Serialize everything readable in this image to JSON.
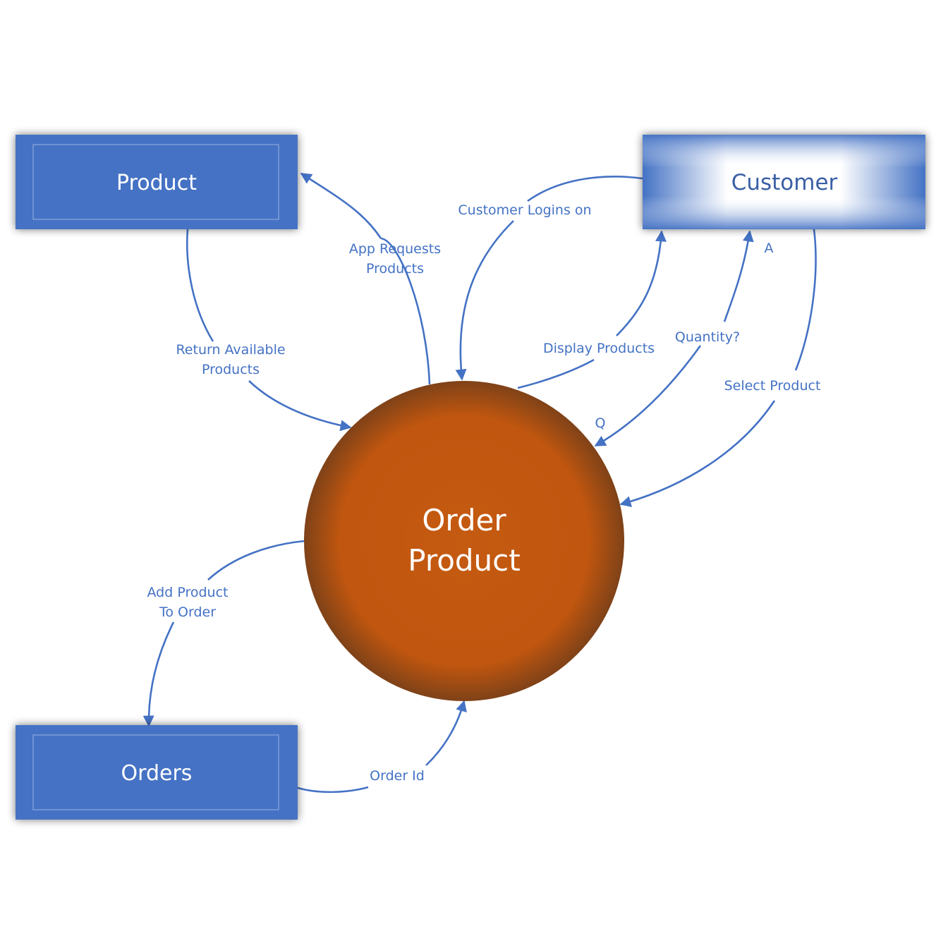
{
  "entities": {
    "product": {
      "label": "Product"
    },
    "customer": {
      "label": "Customer"
    },
    "orders": {
      "label": "Orders"
    }
  },
  "process": {
    "line1": "Order",
    "line2": "Product"
  },
  "flows": {
    "app_requests": {
      "line1": "App Requests",
      "line2": "Products"
    },
    "return_available": {
      "line1": "Return Available",
      "line2": "Products"
    },
    "customer_logins": {
      "label": "Customer Logins on"
    },
    "display_products": {
      "label": "Display Products"
    },
    "quantity": {
      "label": "Quantity?",
      "end_a": "A",
      "end_q": "Q"
    },
    "select_product": {
      "label": "Select Product"
    },
    "add_product": {
      "line1": "Add Product",
      "line2": "To Order"
    },
    "order_id": {
      "label": "Order Id"
    }
  },
  "colors": {
    "entity_fill": "#4472C4",
    "flow": "#4472C4",
    "process_center": "#C55A11",
    "process_edge": "#7F4218",
    "customer_text": "#3A5FA5"
  }
}
